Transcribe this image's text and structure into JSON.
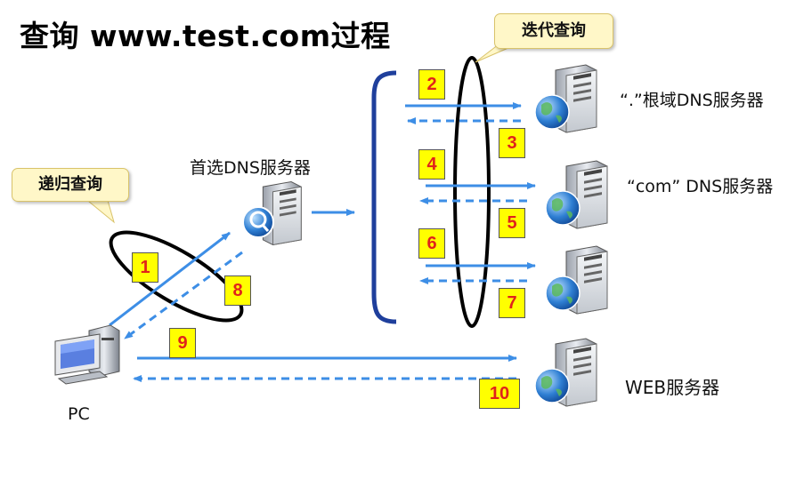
{
  "title": "查询 www.test.com过程",
  "callouts": {
    "recursive": "递归查询",
    "iterative": "迭代查询"
  },
  "nodes": {
    "preferred_dns": "首选DNS服务器",
    "root_dns": "“.”根域DNS服务器",
    "com_dns": "“com” DNS服务器",
    "web_server": "WEB服务器",
    "pc": "PC"
  },
  "steps": [
    "1",
    "2",
    "3",
    "4",
    "5",
    "6",
    "7",
    "8",
    "9",
    "10"
  ],
  "colors": {
    "arrow": "#3d8ee6",
    "bracket": "#1f3f9c",
    "step_fill": "#ffff00",
    "step_text": "#e0231b",
    "callout_fill": "#fff7c8"
  },
  "icons": {
    "pc": "desktop-computer-icon",
    "preferred_dns": "server-magnifier-icon",
    "root_dns": "server-globe-icon",
    "com_dns": "server-globe-icon",
    "third_server": "server-globe-icon",
    "web_server": "server-globe-icon"
  }
}
